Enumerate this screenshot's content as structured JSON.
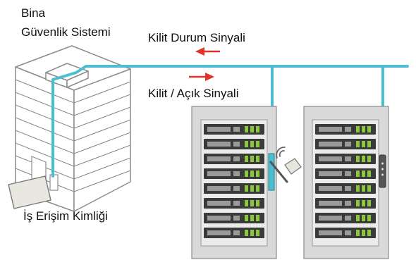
{
  "labels": {
    "building_line1": "Bina",
    "building_line2": "Güvenlik Sistemi",
    "lock_status_signal": "Kilit Durum Sinyali",
    "lock_unlock_signal": "Kilit / Açık Sinyali",
    "work_access_id": "İş Erişim Kimliği"
  },
  "colors": {
    "cable": "#4bbfd0",
    "arrow": "#e0312b",
    "rack_frame": "#d9d9d9",
    "rack_slot": "#3a3a3a",
    "led": "#8dc63f",
    "building_line": "#8c8c8c"
  },
  "icons": {
    "left_arrow": "arrow-left-icon",
    "right_arrow": "arrow-right-icon",
    "wireless": "wireless-signal-icon",
    "id_card": "id-card-icon"
  }
}
